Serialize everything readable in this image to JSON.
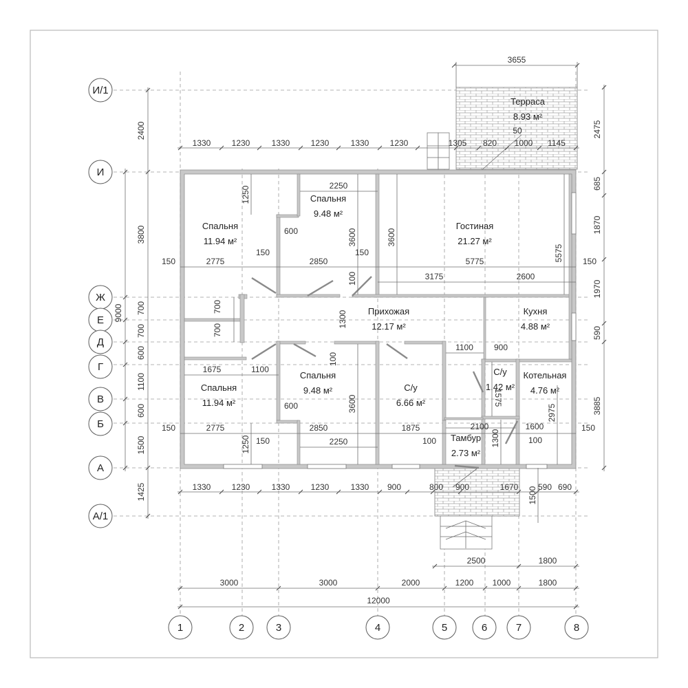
{
  "grid_columns": [
    "1",
    "2",
    "3",
    "4",
    "5",
    "6",
    "7",
    "8"
  ],
  "grid_rows": [
    "И/1",
    "И",
    "Ж",
    "Е",
    "Д",
    "Г",
    "В",
    "Б",
    "А",
    "А/1"
  ],
  "rooms": [
    {
      "key": "terrace",
      "name": "Терраса",
      "area": "8.93 м²"
    },
    {
      "key": "bedroom_nw",
      "name": "Спальня",
      "area": "11.94 м²"
    },
    {
      "key": "bedroom_n",
      "name": "Спальня",
      "area": "9.48 м²"
    },
    {
      "key": "living",
      "name": "Гостиная",
      "area": "21.27 м²"
    },
    {
      "key": "hall",
      "name": "Прихожая",
      "area": "12.17 м²"
    },
    {
      "key": "kitchen",
      "name": "Кухня",
      "area": "4.88 м²"
    },
    {
      "key": "bedroom_sw",
      "name": "Спальня",
      "area": "11.94 м²"
    },
    {
      "key": "bedroom_s",
      "name": "Спальня",
      "area": "9.48 м²"
    },
    {
      "key": "bath",
      "name": "С/у",
      "area": "6.66 м²"
    },
    {
      "key": "wc",
      "name": "С/у",
      "area": "1.42 м²"
    },
    {
      "key": "boiler",
      "name": "Котельная",
      "area": "4.76 м²"
    },
    {
      "key": "vestibule",
      "name": "Тамбур",
      "area": "2.73 м²"
    }
  ],
  "dimensions": {
    "terrace_width": "3655",
    "top_chain": [
      "1330",
      "1230",
      "1330",
      "1230",
      "1330",
      "1230",
      "1305",
      "820",
      "1000",
      "1145"
    ],
    "terrace_step": "50",
    "bottom_chain": [
      "1330",
      "1230",
      "1330",
      "1230",
      "1330",
      "900",
      "800",
      "900",
      "1670",
      "590",
      "690"
    ],
    "porch_chain": [
      "2500",
      "1800"
    ],
    "axis_chain": [
      "3000",
      "3000",
      "2000",
      "1200",
      "1000",
      "1800"
    ],
    "total": "12000",
    "left_outer": [
      "2400",
      "9000",
      "1425"
    ],
    "left_inner": [
      "3800",
      "700",
      "700",
      "600",
      "1100",
      "600",
      "1500"
    ],
    "right_chain": [
      "2475",
      "685",
      "1870",
      "1970",
      "590",
      "3885"
    ],
    "inner": {
      "d150a": "150",
      "d2775a": "2775",
      "d150b": "150",
      "d2850a": "2850",
      "d150c": "150",
      "d5775": "5775",
      "d150d": "150",
      "d1250a": "1250",
      "d2250a": "2250",
      "d600a": "600",
      "d3600a": "3600",
      "d3600b": "3600",
      "d5575": "5575",
      "d3175": "3175",
      "d2600": "2600",
      "d100a": "100",
      "d700a": "700",
      "d700b": "700",
      "d1300a": "1300",
      "d1675": "1675",
      "d1100a": "1100",
      "d100b": "100",
      "d1100b": "1100",
      "d900a": "900",
      "d600b": "600",
      "d3600c": "3600",
      "d1575": "1575",
      "d2975": "2975",
      "d150e": "150",
      "d2775b": "2775",
      "d150f": "150",
      "d2850b": "2850",
      "d1875": "1875",
      "d100c": "100",
      "d2100": "2100",
      "d1300b": "1300",
      "d1600": "1600",
      "d100d": "100",
      "d150g": "150",
      "d1250b": "1250",
      "d2250b": "2250",
      "d1500": "1500"
    }
  }
}
